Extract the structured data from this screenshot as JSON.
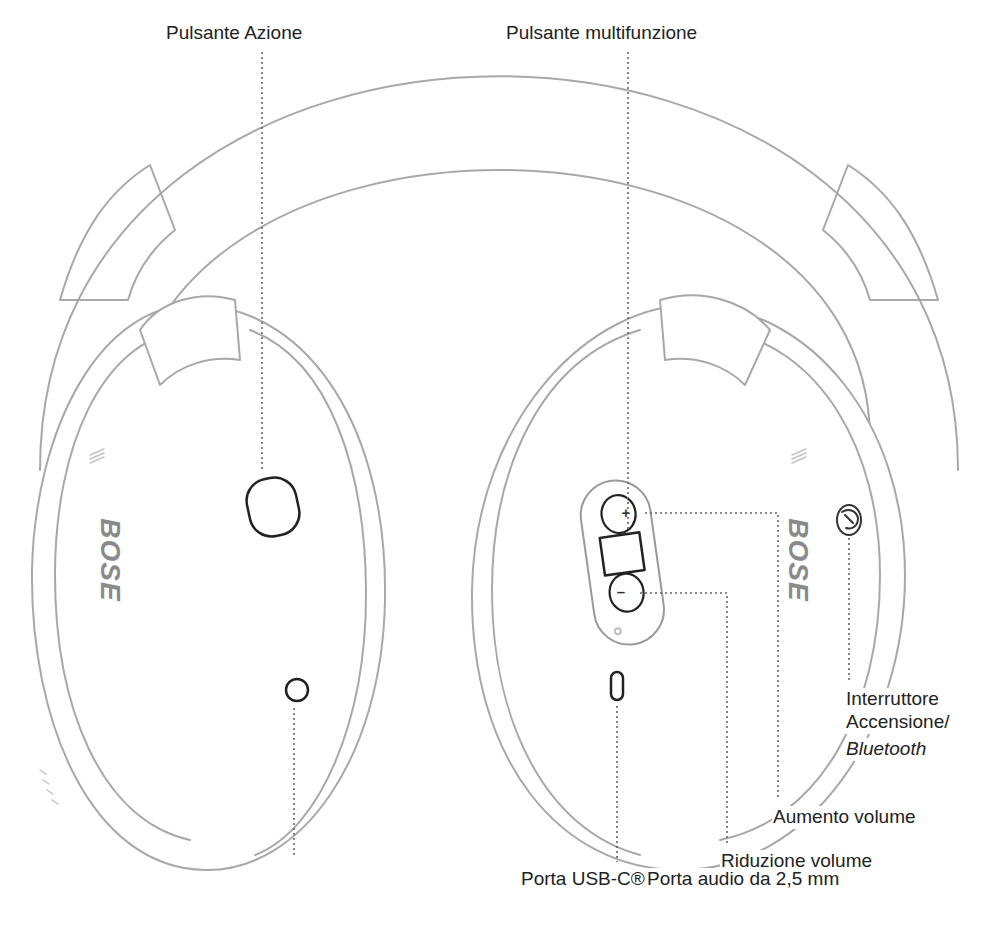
{
  "diagram": {
    "labels": [
      "Pulsante Azione",
      "Pulsante multifunzione",
      "+",
      "–",
      "BOSE",
      "BOSE",
      "Interruttore Accensione/",
      "Bluetooth",
      "Aumento volume",
      "Riduzione volume",
      "Porta USB-C®",
      "Porta audio da 2,5 mm"
    ]
  }
}
